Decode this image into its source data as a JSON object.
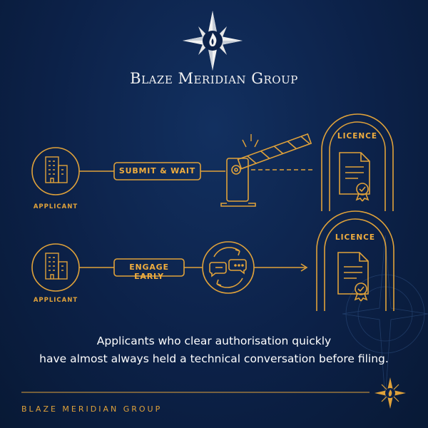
{
  "brand": {
    "name": "Blaze Meridian Group",
    "footer": "BLAZE MERIDIAN GROUP"
  },
  "rows": [
    {
      "applicant_label": "APPLICANT",
      "path_label": "SUBMIT & WAIT",
      "target_label": "LICENCE"
    },
    {
      "applicant_label": "APPLICANT",
      "path_label": "ENGAGE EARLY",
      "target_label": "LICENCE"
    }
  ],
  "caption": {
    "line1": "Applicants who clear authorisation quickly",
    "line2": "have almost always held a technical conversation before filing."
  },
  "colors": {
    "accent": "#e0a23a",
    "background": "#0c2148",
    "text": "#ffffff"
  }
}
